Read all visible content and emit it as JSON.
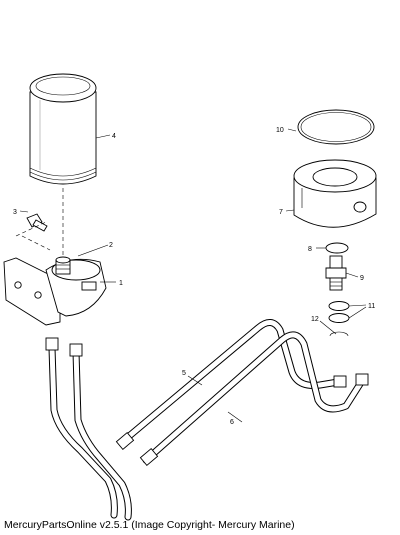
{
  "parts": [
    {
      "number": "1"
    },
    {
      "number": "2"
    },
    {
      "number": "3"
    },
    {
      "number": "4"
    },
    {
      "number": "5"
    },
    {
      "number": "6"
    },
    {
      "number": "7"
    },
    {
      "number": "8"
    },
    {
      "number": "9"
    },
    {
      "number": "10"
    },
    {
      "number": "11"
    },
    {
      "number": "12"
    }
  ],
  "footer": {
    "copyright": "MercuryPartsOnline v2.5.1 (Image Copyright- Mercury Marine)"
  },
  "colors": {
    "line": "#000000",
    "background": "#ffffff"
  }
}
